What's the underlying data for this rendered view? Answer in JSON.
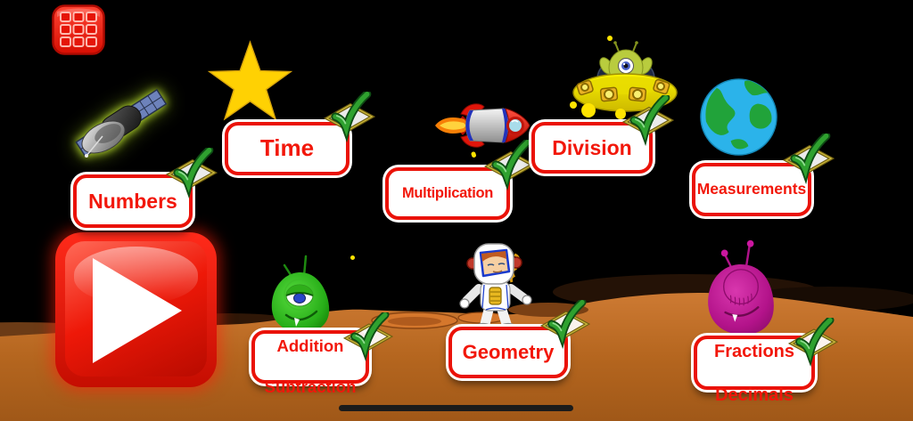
{
  "screen": {
    "name": "math-game-category-menu",
    "sky_color": "#000000",
    "ground_color": "#b5661f"
  },
  "colors": {
    "accent_red": "#ea1208",
    "text_red": "#f2170a",
    "button_bg": "#ffffff",
    "check_green": "#2fa12f",
    "checkbox_gold": "#9a8418",
    "play_red": "#e51000"
  },
  "toolbar": {
    "grid_button_icon": "grid-icon"
  },
  "play_button": {
    "icon": "play-icon"
  },
  "tiles": {
    "numbers": {
      "label": "Numbers",
      "checked": true,
      "icon": "satellite-icon"
    },
    "time": {
      "label": "Time",
      "checked": true,
      "icon": "star-icon"
    },
    "multiplication": {
      "label": "Multiplication",
      "checked": true,
      "icon": "rocket-icon"
    },
    "division": {
      "label": "Division",
      "checked": true,
      "icon": "ufo-alien-icon"
    },
    "measurements": {
      "label": "Measurements",
      "checked": true,
      "icon": "earth-globe-icon"
    },
    "addition_subtraction": {
      "line1": "Addition",
      "line2": "Subtraction",
      "checked": true,
      "icon": "green-alien-icon"
    },
    "geometry": {
      "label": "Geometry",
      "checked": true,
      "icon": "astronaut-icon"
    },
    "fractions_decimals": {
      "line1": "Fractions",
      "line2": "Decimals",
      "checked": true,
      "icon": "purple-alien-icon"
    }
  },
  "footer": {
    "home_indicator": true
  }
}
